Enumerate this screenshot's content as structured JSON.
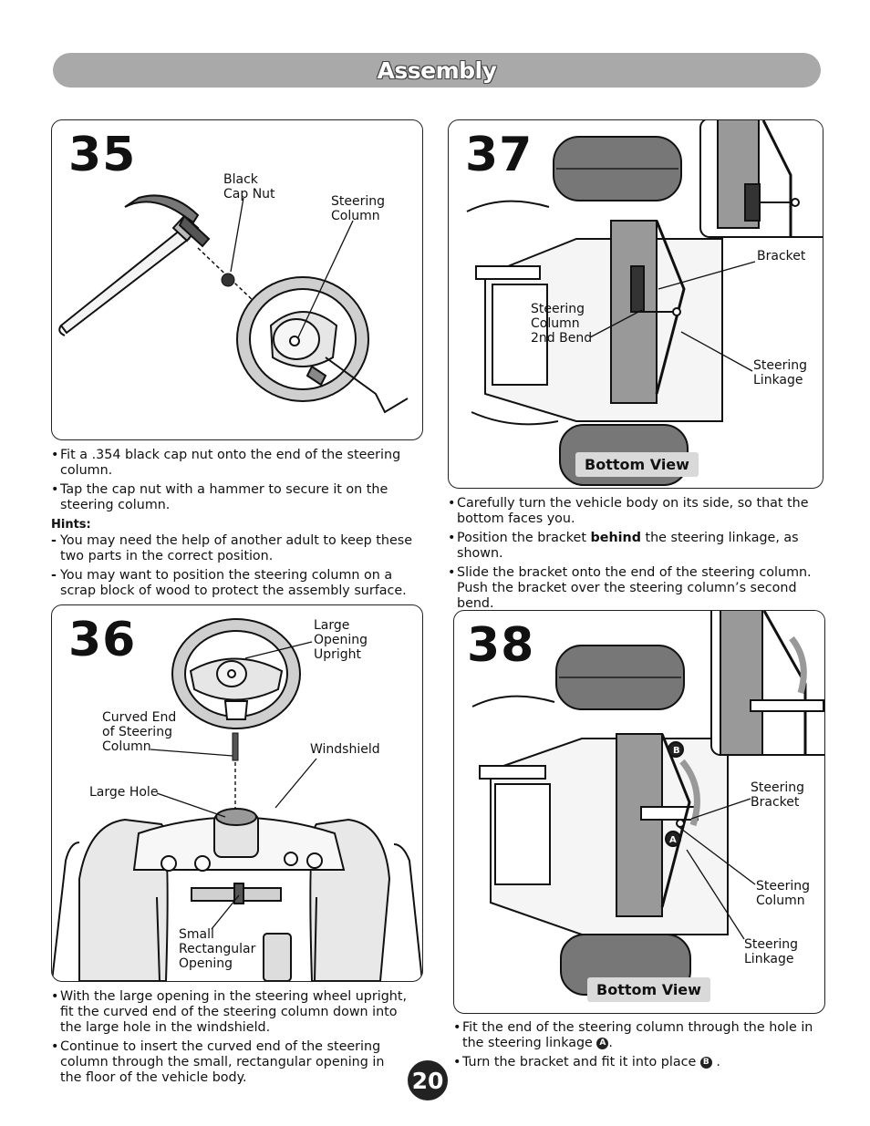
{
  "header": {
    "title": "Assembly"
  },
  "page_number": "20",
  "steps": {
    "s35": {
      "number": "35",
      "labels": {
        "cap_nut": "Black\nCap Nut",
        "column": "Steering\nColumn"
      },
      "bullets": [
        "Fit a .354 black cap nut onto the end of the steering column.",
        "Tap the cap nut with a hammer to secure it on the steering column."
      ],
      "hints_title": "Hints:",
      "hints": [
        "You may need the help of another adult to keep these two parts in the correct position.",
        "You may want to position the steering column on a scrap block of wood to protect the assembly surface."
      ]
    },
    "s36": {
      "number": "36",
      "labels": {
        "large_opening": "Large\nOpening\nUpright",
        "curved_end": "Curved End\nof Steering\nColumn",
        "windshield": "Windshield",
        "large_hole": "Large Hole",
        "small_rect": "Small\nRectangular\nOpening"
      },
      "bullets": [
        "With the large opening in the steering wheel upright, fit the curved end of the steering column down into the large hole in the windshield.",
        "Continue to insert the curved end of the steering column through the small, rectangular opening in the floor of the vehicle body."
      ]
    },
    "s37": {
      "number": "37",
      "labels": {
        "bracket": "Bracket",
        "column_bend": "Steering\nColumn\n2nd Bend",
        "linkage": "Steering\nLinkage",
        "bottom_view": "Bottom View"
      },
      "bullet1": "Carefully turn the vehicle body on its side, so that the bottom faces you.",
      "bullet2_pre": "Position the bracket ",
      "bullet2_bold": "behind",
      "bullet2_post": " the steering linkage, as shown.",
      "bullet3": "Slide the bracket onto the end of the steering column. Push the bracket over the steering column’s second bend."
    },
    "s38": {
      "number": "38",
      "labels": {
        "bracket": "Steering\nBracket",
        "column": "Steering\nColumn",
        "linkage": "Steering\nLinkage",
        "bottom_view": "Bottom View",
        "a": "A",
        "b": "B"
      },
      "bullet1": "Fit the end of the steering column through the hole in the steering linkage",
      "bullet1_end": ".",
      "bullet2": "Turn the bracket and fit it into place",
      "bullet2_end": "."
    }
  }
}
